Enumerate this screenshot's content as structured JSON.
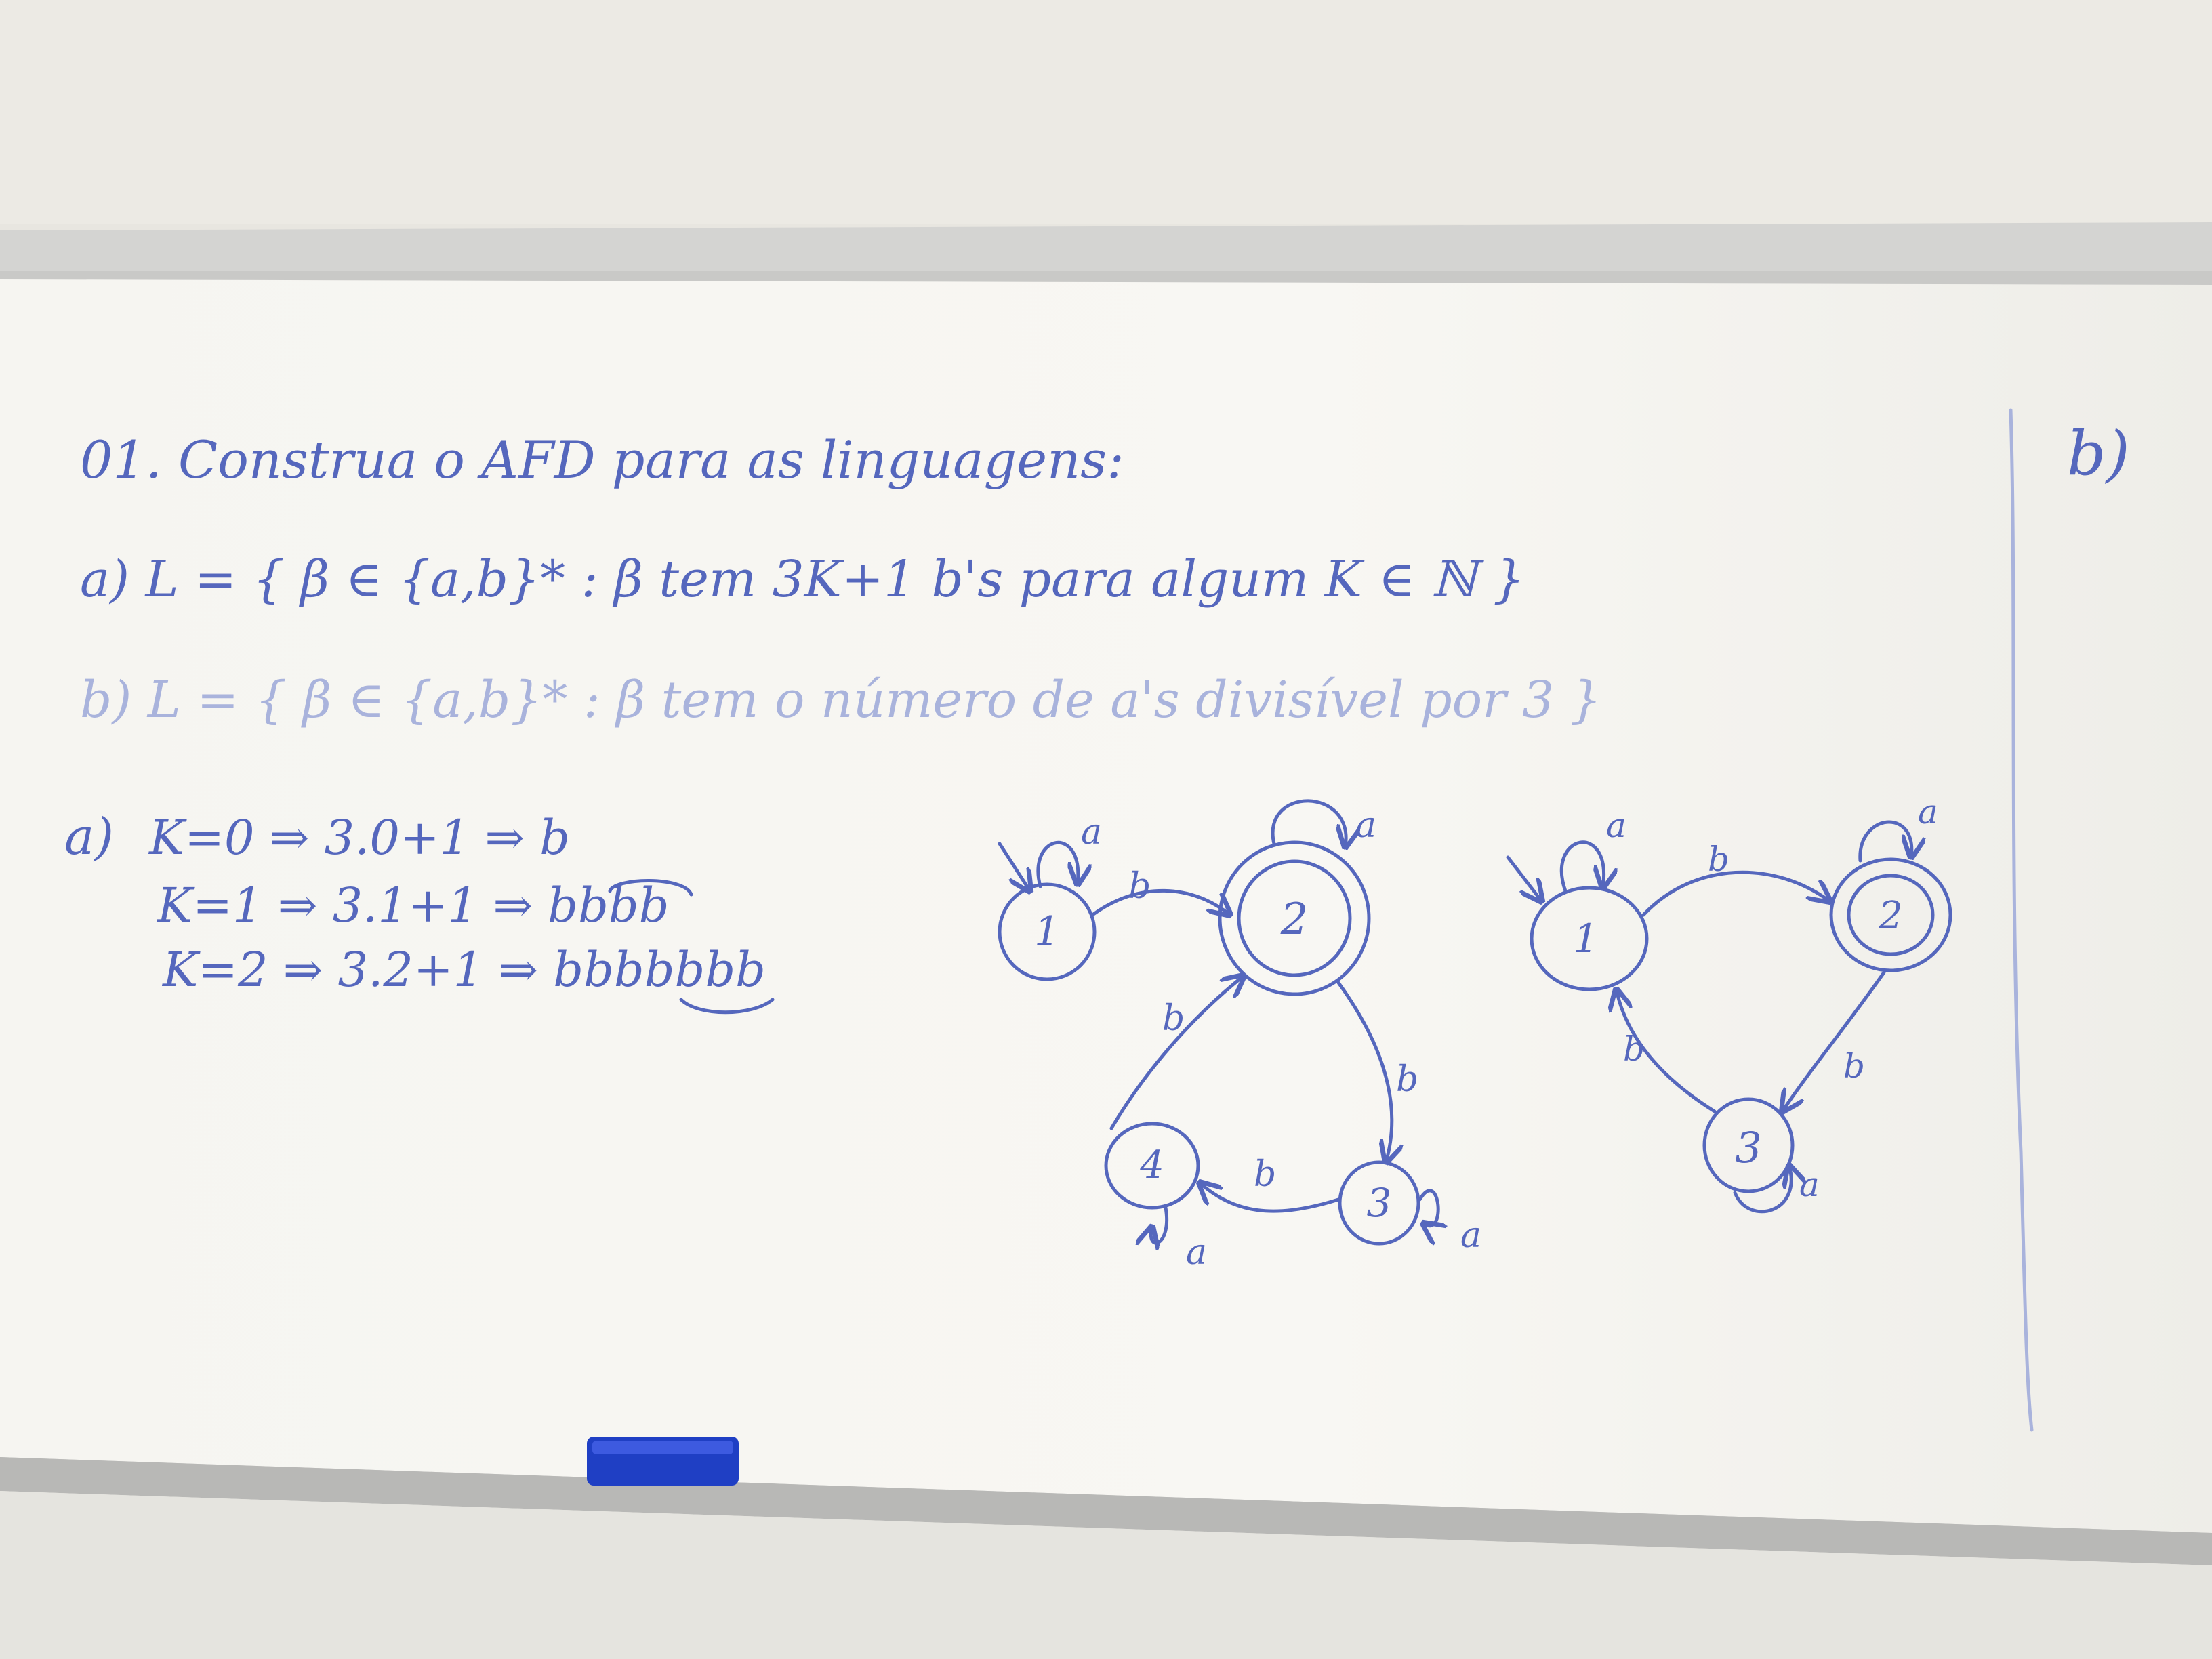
{
  "board": {
    "heading": "01. Construa o AFD para as linguagens:",
    "item_a": "a) L = { β ∈ {a,b}* : β tem 3K+1 b's para algum K ∈ ℕ }",
    "item_b": "b) L = { β ∈ {a,b}* : β tem o número de a's divisível por 3 }",
    "right_label": "b)",
    "solution_a_label": "a)",
    "solution_lines": [
      "K=0 ⇒ 3.0+1 ⇒ b",
      "K=1 ⇒ 3.1+1 ⇒ bbbb",
      "K=2 ⇒ 3.2+1 ⇒ bbbbbbb"
    ]
  },
  "dfa_a": {
    "states": [
      "1",
      "2",
      "3",
      "4"
    ],
    "start_state": "1",
    "accepting_states": [
      "2"
    ],
    "transition_labels": {
      "self_1": "a",
      "e_1_2": "b",
      "self_2": "a",
      "e_2_3": "b",
      "self_3": "a",
      "e_3_4": "b",
      "self_4": "a",
      "e_4_2": "b"
    }
  },
  "dfa_b": {
    "states": [
      "1",
      "2",
      "3"
    ],
    "start_state": "1",
    "accepting_states": [
      "2"
    ],
    "transition_labels": {
      "self_1": "a",
      "e_1_2": "b",
      "self_2": "a",
      "e_2_3": "b",
      "self_3": "a",
      "e_3_1": "b"
    }
  },
  "colors": {
    "wall": "#e9e7e1",
    "board": "#f7f6f2",
    "frame": "#c9c9c7",
    "ink": "#5567bd",
    "faint_ink": "#a9b3dc",
    "eraser": "#1f3fc4"
  },
  "icons": {
    "eraser": "eraser-icon"
  }
}
